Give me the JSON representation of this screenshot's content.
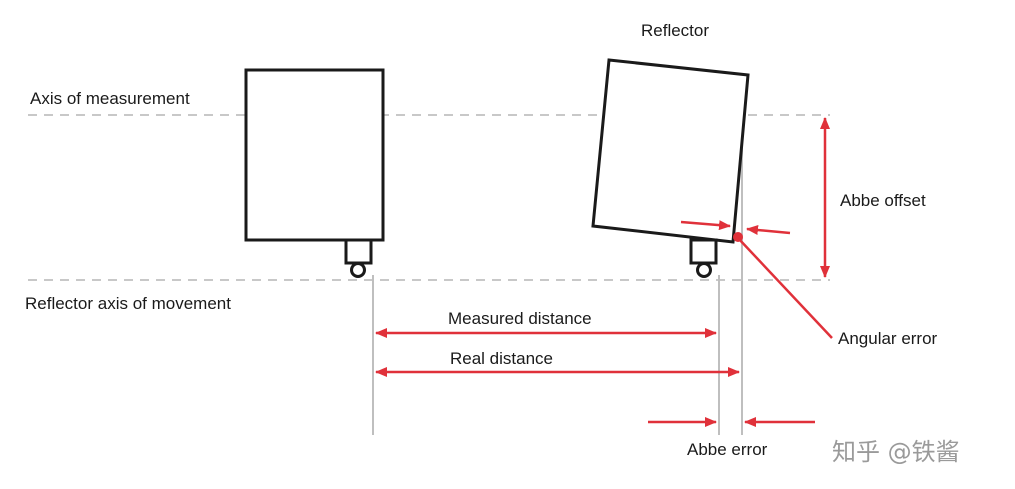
{
  "labels": {
    "reflector": "Reflector",
    "axis_of_measurement": "Axis of measurement",
    "reflector_axis_of_movement": "Reflector axis of movement",
    "abbe_offset": "Abbe offset",
    "angular_error": "Angular error",
    "measured_distance": "Measured distance",
    "real_distance": "Real distance",
    "abbe_error": "Abbe error"
  },
  "watermark": "知乎 @铁酱",
  "colors": {
    "line": "#1a1a1a",
    "arrow": "#e0313a",
    "dashed_axis": "#c8c8c8",
    "guide": "#bfbfbf",
    "watermark": "#9a9a9a"
  }
}
